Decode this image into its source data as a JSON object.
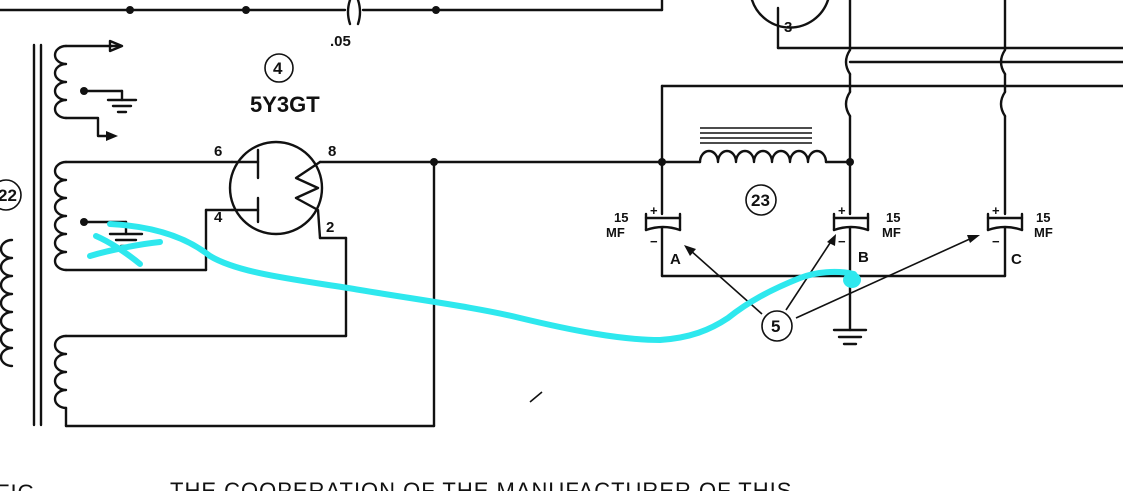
{
  "top_labels": {
    "cap_value": ".05",
    "tube3_pin": "3"
  },
  "tube4": {
    "ref": "4",
    "type": "5Y3GT",
    "pins": {
      "p6": "6",
      "p8": "8",
      "p4": "4",
      "p2": "2"
    }
  },
  "transformer_ref": "22",
  "choke_ref": "23",
  "capacitors": [
    {
      "value": "15",
      "unit": "MF",
      "letter": "A"
    },
    {
      "value": "15",
      "unit": "MF",
      "letter": "B"
    },
    {
      "value": "15",
      "unit": "MF",
      "letter": "C"
    }
  ],
  "cap_group_ref": "5",
  "footer": {
    "left": "FIG",
    "text": "THE COOPERATION OF THE MANUFACTURER OF THIS"
  },
  "colors": {
    "ink": "#111111",
    "marker": "#2ee8ee",
    "paper": "#ffffff"
  }
}
